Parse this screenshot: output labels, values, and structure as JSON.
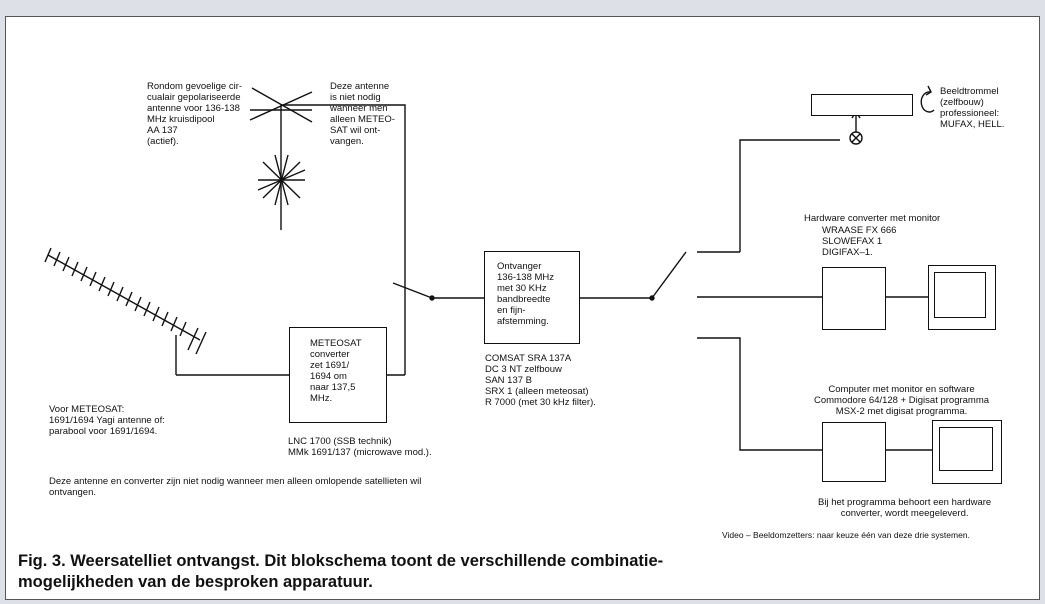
{
  "antennas": {
    "rondom": "Rondom gevoelige cir-\ncualair gepolariseerde\nantenne voor 136-138\nMHz kruisdipool\nAA 137\n(actief).",
    "niet_nodig": "Deze antenne\nis niet nodig\nwanneer men\nalleen METEO-\nSAT wil ont-\nvangen.",
    "yagi": "Voor METEOSAT:\n1691/1694 Yagi antenne of:\nparabool voor 1691/1694."
  },
  "meteosat_converter": {
    "box": "METEOSAT\nconverter\nzet 1691/\n1694 om\nnaar 137,5\nMHz.",
    "below": "LNC 1700 (SSB technik)\nMMk 1691/137 (microwave mod.)."
  },
  "note_bottom": "Deze antenne en converter zijn niet nodig wanneer men alleen omlopende satellieten wil\nontvangen.",
  "receiver": {
    "box": "Ontvanger\n136-138 MHz\nmet 30 KHz\nbandbreedte\nen fijn-\nafstemming.",
    "below": "COMSAT SRA 137A\nDC 3 NT zelfbouw\nSAN 137 B\nSRX 1 (alleen meteosat)\nR 7000 (met 30 kHz filter)."
  },
  "drum": "Beeldtrommel\n(zelfbouw)\nprofessioneel:\nMUFAX, HELL.",
  "hardware": {
    "title": "Hardware converter met monitor",
    "list": "WRAASE FX 666\nSLOWEFAX 1\nDIGIFAX–1."
  },
  "computer": {
    "title": "Computer met monitor en software\nCommodore 64/128 + Digisat programma\nMSX-2 met digisat programma.",
    "note": "Bij het programma behoort een hardware\nconverter, wordt meegeleverd."
  },
  "video_note": "Video – Beeldomzetters: naar keuze één van deze drie systemen.",
  "caption": {
    "line1": "Fig. 3.   Weersatelliet ontvangst. Dit blokschema toont de verschillende combinatie-",
    "line2": "mogelijkheden van de besproken apparatuur."
  }
}
